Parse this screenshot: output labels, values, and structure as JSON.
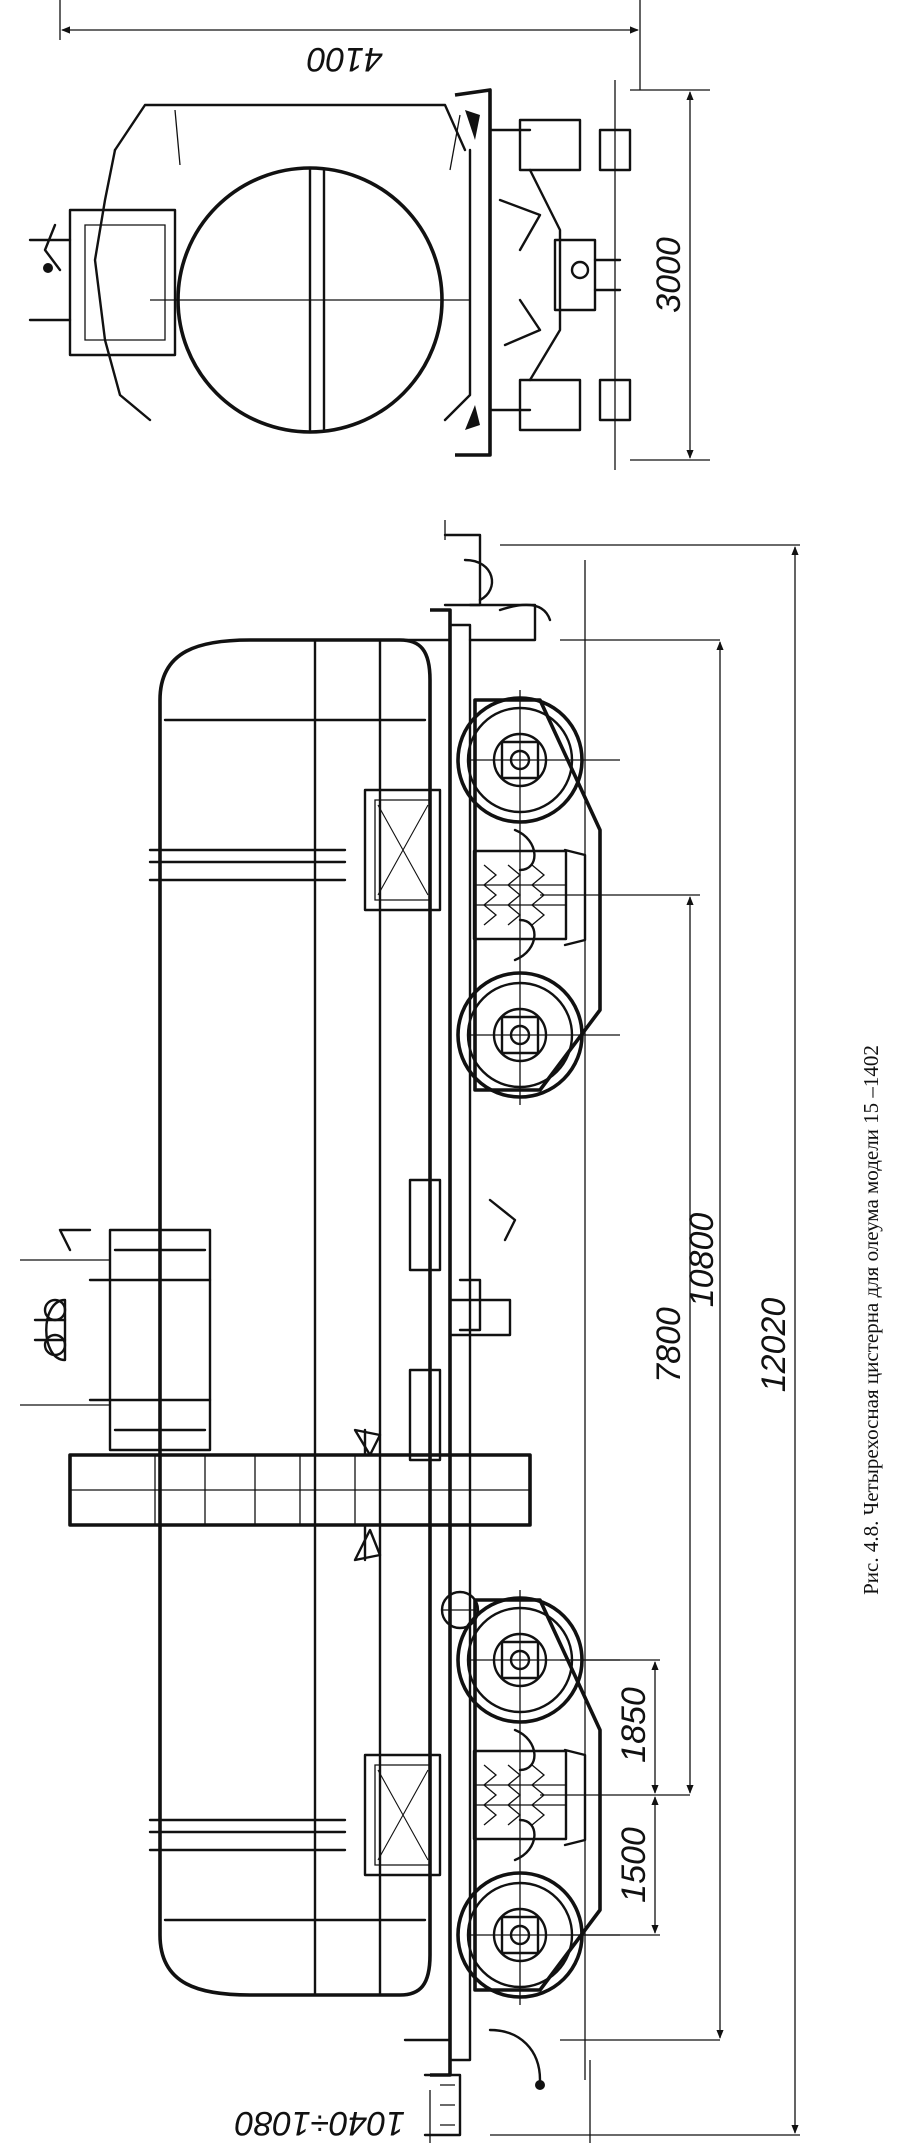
{
  "caption": "Рис. 4.8. Четырехосная цистерна для олеума модели 15 –1402",
  "dimensions": {
    "end_view_width": "4100",
    "end_view_height": "3000",
    "bogie_pivot_spacing": "7800",
    "coupler_span": "10800",
    "overall_length": "12020",
    "axle_base": "1850",
    "bogie_offset": "1500",
    "coupler_height": "1040÷1080"
  }
}
